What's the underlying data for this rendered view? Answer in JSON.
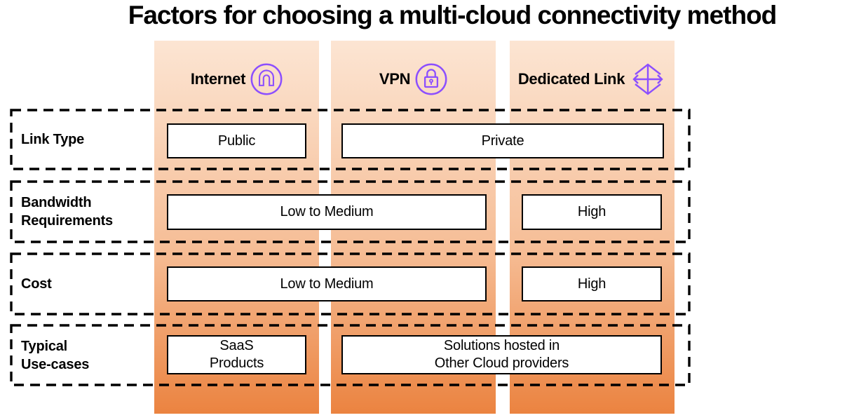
{
  "title": "Factors for choosing a multi-cloud connectivity method",
  "columns": [
    {
      "label": "Internet",
      "icon": "internet-gateway-icon"
    },
    {
      "label": "VPN",
      "icon": "vpn-lock-icon"
    },
    {
      "label": "Dedicated Link",
      "icon": "dedicated-link-arrows-icon"
    }
  ],
  "rows": [
    {
      "label": "Link Type"
    },
    {
      "label": "Bandwidth\nRequirements"
    },
    {
      "label": "Cost"
    },
    {
      "label": "Typical\nUse-cases"
    }
  ],
  "cells": {
    "link_type_internet": {
      "text": "Public",
      "spans": [
        "Internet"
      ]
    },
    "link_type_vpn_dedicated": {
      "text": "Private",
      "spans": [
        "VPN",
        "Dedicated Link"
      ]
    },
    "bandwidth_internet_vpn": {
      "text": "Low to Medium",
      "spans": [
        "Internet",
        "VPN"
      ]
    },
    "bandwidth_dedicated": {
      "text": "High",
      "spans": [
        "Dedicated Link"
      ]
    },
    "cost_internet_vpn": {
      "text": "Low to Medium",
      "spans": [
        "Internet",
        "VPN"
      ]
    },
    "cost_dedicated": {
      "text": "High",
      "spans": [
        "Dedicated Link"
      ]
    },
    "use_cases_internet": {
      "text": "SaaS\nProducts",
      "spans": [
        "Internet"
      ]
    },
    "use_cases_vpn_dedicated": {
      "text": "Solutions hosted in\nOther Cloud providers",
      "spans": [
        "VPN",
        "Dedicated Link"
      ]
    }
  },
  "colors": {
    "column_gradient_top": "#FCE5D3",
    "column_gradient_bottom": "#EB8340",
    "icon_accent": "#8C4FFF",
    "text": "#000000",
    "box_border": "#000000",
    "row_border": "#000000",
    "box_background": "#FFFFFF"
  }
}
